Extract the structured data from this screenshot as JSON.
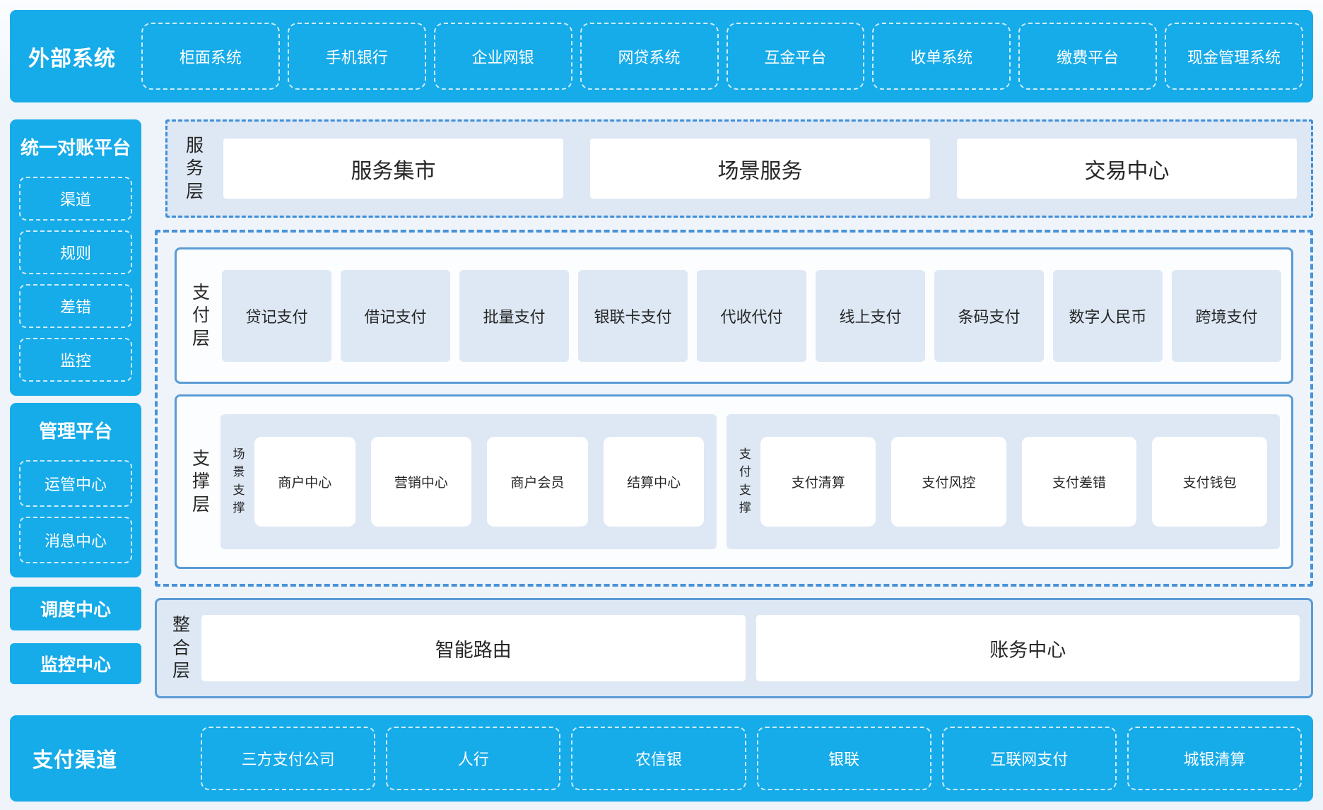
{
  "external_systems": {
    "title": "外部系统",
    "items": [
      "柜面系统",
      "手机银行",
      "企业网银",
      "网贷系统",
      "互金平台",
      "收单系统",
      "缴费平台",
      "现金管理系统"
    ]
  },
  "unified_reconciliation": {
    "title": "统一对账平台",
    "items": [
      "渠道",
      "规则",
      "差错",
      "监控"
    ]
  },
  "management_platform": {
    "title": "管理平台",
    "items": [
      "运管中心",
      "消息中心"
    ]
  },
  "side_blocks": {
    "dispatch": "调度中心",
    "monitor": "监控中心"
  },
  "service_layer": {
    "label": "服务层",
    "items": [
      "服务集市",
      "场景服务",
      "交易中心"
    ]
  },
  "payment_layer": {
    "label": "支付层",
    "items": [
      "贷记支付",
      "借记支付",
      "批量支付",
      "银联卡支付",
      "代收代付",
      "线上支付",
      "条码支付",
      "数字人民币",
      "跨境支付"
    ]
  },
  "support_layer": {
    "label": "支撑层",
    "groups": [
      {
        "label": "场景支撑",
        "items": [
          "商户中心",
          "营销中心",
          "商户会员",
          "结算中心"
        ]
      },
      {
        "label": "支付支撑",
        "items": [
          "支付清算",
          "支付风控",
          "支付差错",
          "支付钱包"
        ]
      }
    ]
  },
  "integration_layer": {
    "label": "整合层",
    "items": [
      "智能路由",
      "账务中心"
    ]
  },
  "payment_channels": {
    "title": "支付渠道",
    "items": [
      "三方支付公司",
      "人行",
      "农信银",
      "银联",
      "互联网支付",
      "城银清算"
    ]
  },
  "colors": {
    "accent_blue": "#16abe9",
    "panel_light_blue": "#dde8f4",
    "solid_border_blue": "#5b9bd5",
    "dashed_border_blue": "#4892d8",
    "dash_dot_border_blue": "#3e8ed8",
    "page_background": "#eef4fa",
    "text_dark": "#262626",
    "white": "#ffffff"
  }
}
